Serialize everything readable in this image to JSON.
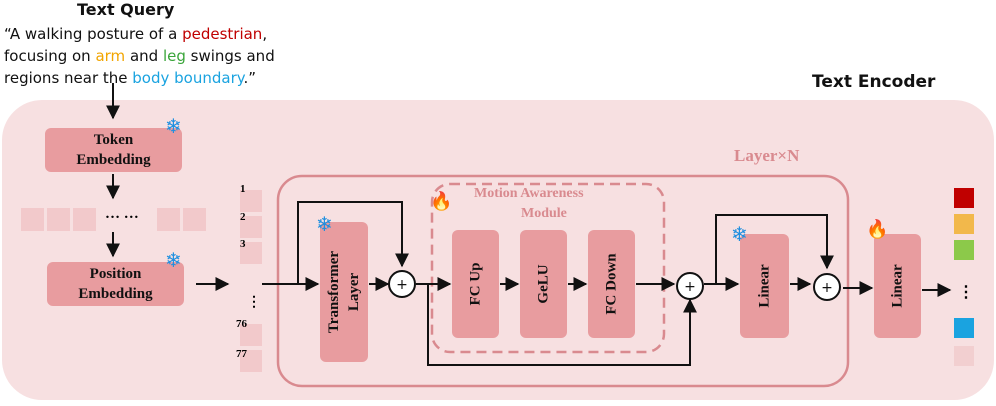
{
  "query": {
    "heading": "Text Query",
    "line1_a": "“A walking posture of a ",
    "line1_b": "pedestrian",
    "line1_c": ",",
    "line2_a": "focusing on ",
    "line2_b": "arm",
    "line2_c": " and ",
    "line2_d": "leg",
    "line2_e": " swings and",
    "line3_a": "regions near the ",
    "line3_b": "body boundary",
    "line3_c": ".”"
  },
  "encoder_title": "Text Encoder",
  "layer_label": "Layer×N",
  "module_label_1": "Motion Awareness",
  "module_label_2": "Module",
  "boxes": {
    "token_1": "Token",
    "token_2": "Embedding",
    "position_1": "Position",
    "position_2": "Embedding",
    "transformer_1": "Transformer",
    "transformer_2": "Layer",
    "fc_up": "FC Up",
    "gelu": "GeLU",
    "fc_down": "FC Down",
    "linear_inner": "Linear",
    "linear_outer": "Linear"
  },
  "dots_row": "… …",
  "token_indices": [
    "1",
    "2",
    "3",
    "⋮",
    "76",
    "77"
  ],
  "output_dots": "⋮",
  "colors": {
    "pedestrian": "#c00000",
    "arm": "#f2a500",
    "leg": "#3aa53a",
    "body_boundary": "#1aa3e0",
    "out_red": "#c00000",
    "out_orange": "#f2b84b",
    "out_green": "#8cc94a",
    "out_blue": "#1aa3e0",
    "out_pink": "#f2cfd0",
    "frozen": "#1e8fe0",
    "trainable": "#f07a1a"
  },
  "icons": {
    "frozen": "snowflake-icon",
    "trainable": "flame-icon"
  }
}
